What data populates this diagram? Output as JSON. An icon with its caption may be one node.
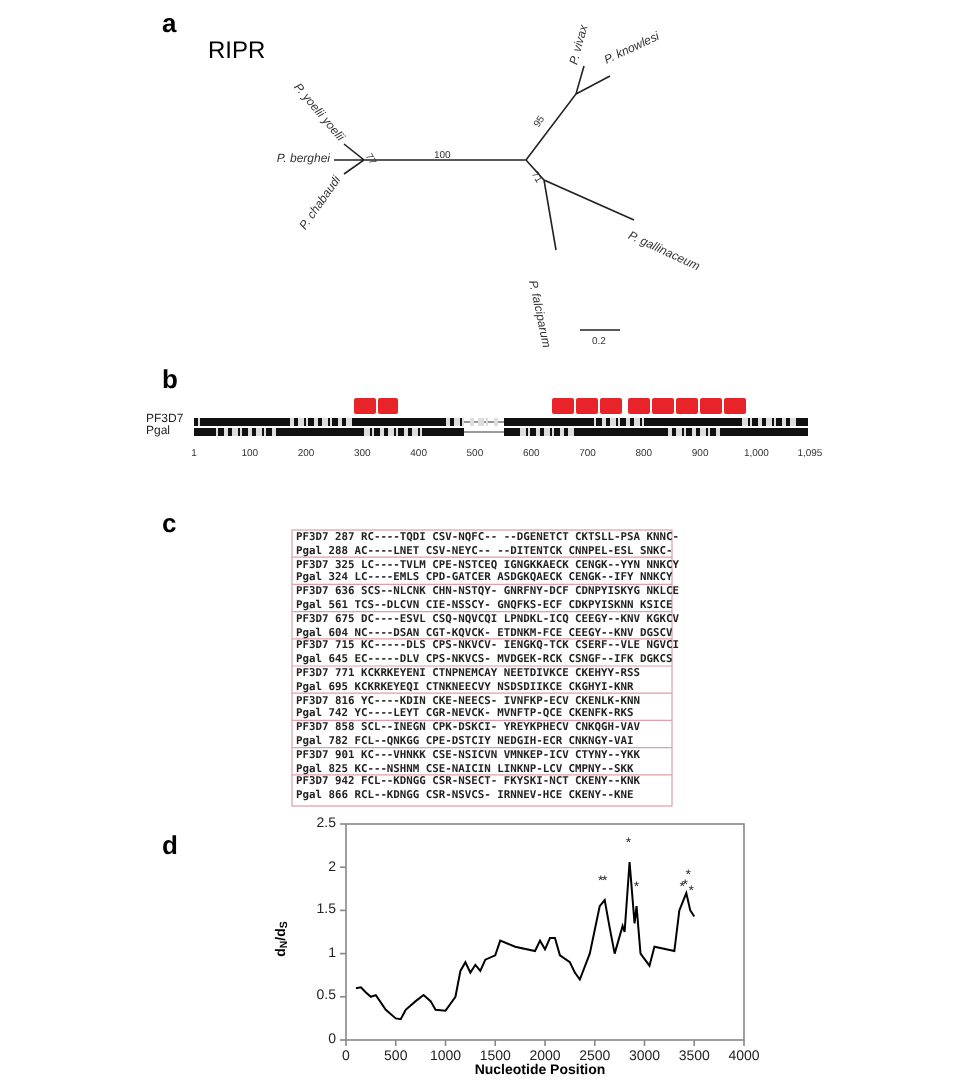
{
  "diagram": {
    "labels": [
      "a",
      "RIPR",
      "P. yoelii yoelii",
      "P. berghei",
      "P. chabaudi",
      "P. vivax",
      "P. knowlesi",
      "P. gallinaceum",
      "P. falciparum",
      "77",
      "100",
      "95",
      "71",
      "0.2",
      "b",
      "PF3D7",
      "Pgal",
      "1",
      "100",
      "200",
      "300",
      "400",
      "500",
      "600",
      "700",
      "800",
      "900",
      "1,000",
      "1,095",
      "c",
      "PF3D7 287 RC----TQDI CSV-NQFC-- --DGENETCT CKTSLL-PSA KNNC-",
      "Pgal 288 AC----LNET CSV-NEYC-- --DITENTCK CNNPEL-ESL SNKC-",
      "PF3D7 325 LC----TVLM CPE-NSTCEQ IGNGKKAECK CENGK--YYN NNKCY",
      "Pgal 324 LC----EMLS CPD-GATCER ASDGKQAECK CENGK--IFY NNKCY",
      "PF3D7 636 SCS--NLCNK CHN-NSTQY- GNRFNY-DCF CDNPYISKYG NKLCE",
      "Pgal 561 TCS--DLCVN CIE-NSSCY- GNQFKS-ECF CDKPYISKNN KSICE",
      "PF3D7 675 DC----ESVL CSQ-NQVCQI LPNDKL-ICQ CEEGY--KNV KGKCV",
      "Pgal 604 NC----DSAN CGT-KQVCK- ETDNKM-FCE CEEGY--KNV DGSCV",
      "PF3D7 715 KC-----DLS CPS-NKVCV- IENGKQ-TCK CSERF--VLE NGVCI",
      "Pgal 645 EC-----DLV CPS-NKVCS- MVDGEK-RCK CSNGF--IFK DGKCS",
      "PF3D7 771 KCKRKEYENI CTNPNEMCAY NEETDIVKCE CKEHYY-RSS",
      "Pgal 695 KCKRKEYEQI CTNKNEECVY NSDSDIIKCE CKGHYI-KNR",
      "PF3D7 816 YC----KDIN CKE-NEECS- IVNFKP-ECV CKENLK-KNN",
      "Pgal 742 YC----LEYT CGR-NEVCK- MVNFTP-QCE CKENFK-RKS",
      "PF3D7 858 SCL--INEGN CPK-DSKCI- YREYKPHECV CNKQGH-VAV",
      "Pgal 782 FCL--QNKGG CPE-DSTCIY NEDGIH-ECR CNKNGY-VAI",
      "PF3D7 901 KC---VHNKK CSE-NSICVN VMNKEP-ICV CTYNY--YKK",
      "Pgal 825 KC---NSHNM CSE-NAICIN LINKNP-LCV CMPNY--SKK",
      "PF3D7 942 FCL--KDNGG CSR-NSECT- FKYSKI-NCT CKENY--KNK",
      "Pgal 866 RCL--KDNGG CSR-NSVCS- IRNNEV-HCE CKENY--KNE",
      "d"
    ],
    "chart_data": {
      "type": "line",
      "xlabel": "Nucleotide Position",
      "ylabel": "d$_{N}$/d$_{S}$",
      "xlim": [
        0,
        4000
      ],
      "ylim": [
        0,
        2.5
      ],
      "xticks": [
        0,
        500,
        1000,
        1500,
        2000,
        2500,
        3000,
        3500,
        4000
      ],
      "yticks": [
        0,
        0.5,
        1,
        1.5,
        2,
        2.5
      ],
      "x": [
        100,
        150,
        200,
        250,
        300,
        400,
        500,
        550,
        600,
        700,
        780,
        850,
        900,
        1000,
        1050,
        1100,
        1150,
        1200,
        1250,
        1300,
        1350,
        1400,
        1500,
        1550,
        1700,
        1900,
        1950,
        2000,
        2050,
        2100,
        2150,
        2250,
        2300,
        2350,
        2450,
        2550,
        2600,
        2650,
        2700,
        2780,
        2800,
        2850,
        2900,
        2920,
        2960,
        3050,
        3100,
        3300,
        3350,
        3420,
        3460,
        3500
      ],
      "series": [
        {
          "color": "#000000",
          "values": [
            0.6,
            0.61,
            0.55,
            0.5,
            0.52,
            0.35,
            0.25,
            0.24,
            0.35,
            0.45,
            0.52,
            0.45,
            0.35,
            0.34,
            0.42,
            0.5,
            0.8,
            0.9,
            0.78,
            0.87,
            0.8,
            0.93,
            0.98,
            1.15,
            1.08,
            1.03,
            1.15,
            1.05,
            1.18,
            1.18,
            0.98,
            0.9,
            0.78,
            0.7,
            1.0,
            1.55,
            1.62,
            1.3,
            1.0,
            1.32,
            1.25,
            2.06,
            1.35,
            1.55,
            1.0,
            0.86,
            1.08,
            1.03,
            1.5,
            1.7,
            1.5,
            1.43
          ]
        }
      ],
      "annotations": [
        "*",
        "*",
        "*",
        "*",
        "*",
        "*",
        "*",
        "*"
      ]
    }
  }
}
